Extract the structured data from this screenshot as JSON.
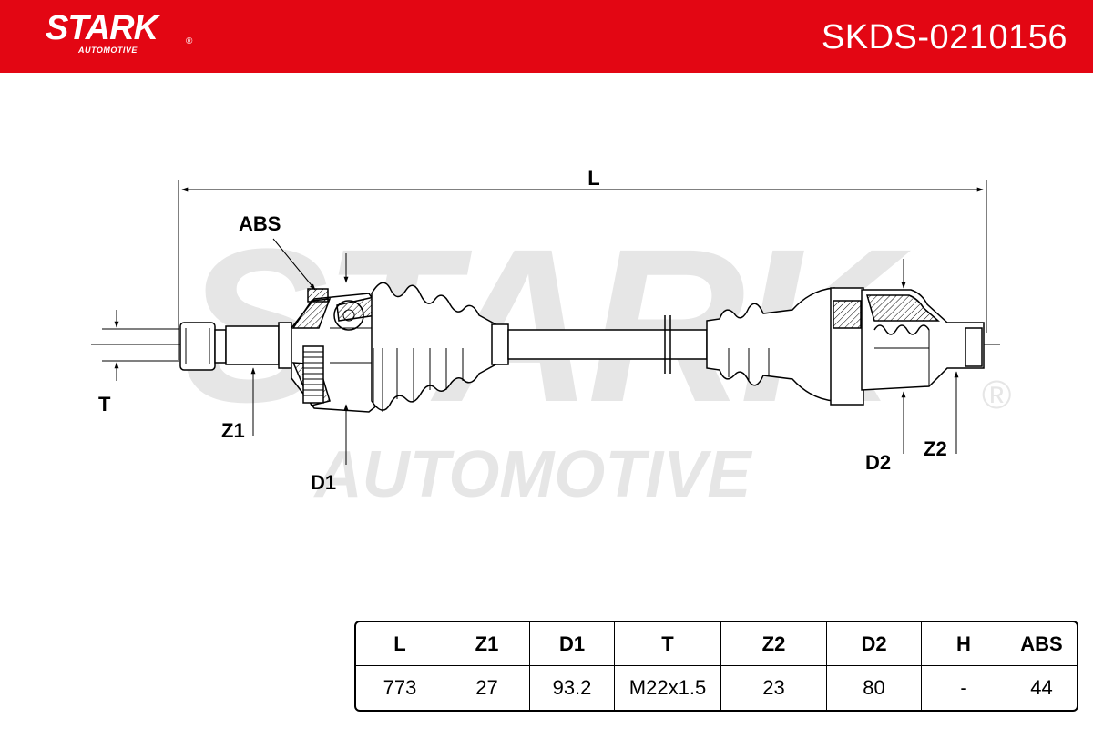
{
  "brand": {
    "logo_text": "STARK",
    "logo_subtext": "AUTOMOTIVE",
    "registered_mark": "®",
    "accent_color": "#e30613"
  },
  "part_number": "SKDS-0210156",
  "watermark": {
    "main": "STARK",
    "sub": "AUTOMOTIVE",
    "registered_mark": "®",
    "color": "#e6e6e6"
  },
  "labels": {
    "L": "L",
    "ABS": "ABS",
    "T": "T",
    "Z1": "Z1",
    "D1": "D1",
    "D2": "D2",
    "Z2": "Z2"
  },
  "specs": {
    "headers": [
      "L",
      "Z1",
      "D1",
      "T",
      "Z2",
      "D2",
      "H",
      "ABS"
    ],
    "values": [
      "773",
      "27",
      "93.2",
      "M22x1.5",
      "23",
      "80",
      "-",
      "44"
    ]
  }
}
